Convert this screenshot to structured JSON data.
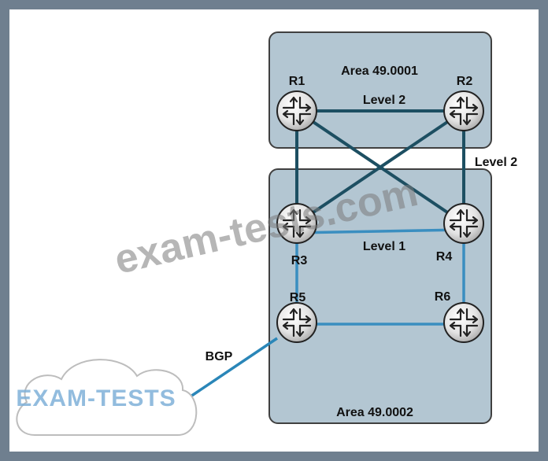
{
  "areas": {
    "top": "Area 49.0001",
    "bottom": "Area 49.0002"
  },
  "routers": {
    "r1": "R1",
    "r2": "R2",
    "r3": "R3",
    "r4": "R4",
    "r5": "R5",
    "r6": "R6"
  },
  "links": {
    "r1_r2": "Level 2",
    "r2_r4": "Level 2",
    "r3_r4": "Level 1",
    "bgp": "BGP"
  },
  "watermarks": {
    "diagonal": "exam-tests.com",
    "logo": "EXAM-TESTS"
  },
  "colors": {
    "frame": "#6f7f8f",
    "area_fill": "#b3c6d2",
    "level2_link": "#1d4f62",
    "level1_link": "#3a8ec0",
    "router_body": "#e3e3e3"
  }
}
